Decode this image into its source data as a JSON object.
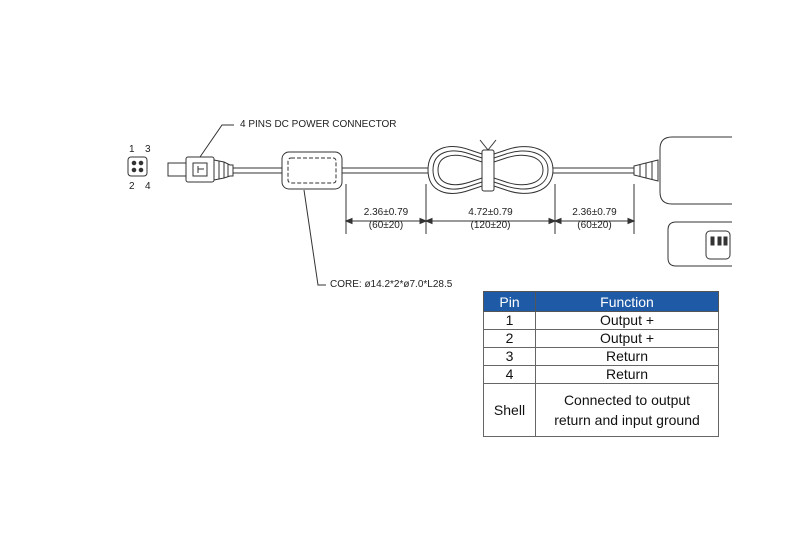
{
  "pin_numbers": {
    "p1": "1",
    "p2": "2",
    "p3": "3",
    "p4": "4"
  },
  "connector_label": "4 PINS DC POWER CONNECTOR",
  "core_label": "CORE: ø14.2*2*ø7.0*L28.5",
  "dimensions": [
    {
      "inch": "2.36±0.79",
      "mm": "(60±20)"
    },
    {
      "inch": "4.72±0.79",
      "mm": "(120±20)"
    },
    {
      "inch": "2.36±0.79",
      "mm": "(60±20)"
    }
  ],
  "table": {
    "headers": [
      "Pin",
      "Function"
    ],
    "rows": [
      {
        "pin": "1",
        "function": "Output +"
      },
      {
        "pin": "2",
        "function": "Output +"
      },
      {
        "pin": "3",
        "function": "Return"
      },
      {
        "pin": "4",
        "function": "Return"
      },
      {
        "pin": "Shell",
        "function_line1": "Connected to output",
        "function_line2": "return and input ground"
      }
    ],
    "header_color": "#1f5aa6"
  }
}
